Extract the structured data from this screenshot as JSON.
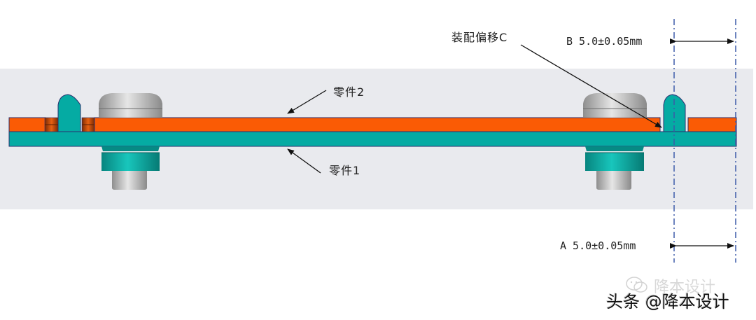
{
  "diagram": {
    "type": "cross-section assembly drawing",
    "colors": {
      "background_band": "#e9eaee",
      "part2_orange": "#fa5b05",
      "part1_teal": "#05aba3",
      "outline": "#2b2f6e",
      "centerline": "#3c5aa8",
      "screw_gray": "#b4b4b4"
    },
    "labels": {
      "part2": "零件2",
      "part1": "零件1",
      "assembly_offset": "装配偏移C"
    },
    "dimensions": {
      "b": "B 5.0±0.05mm",
      "a": "A 5.0±0.05mm"
    }
  },
  "watermark": {
    "back": "降本设计",
    "front": "头条 @降本设计"
  }
}
